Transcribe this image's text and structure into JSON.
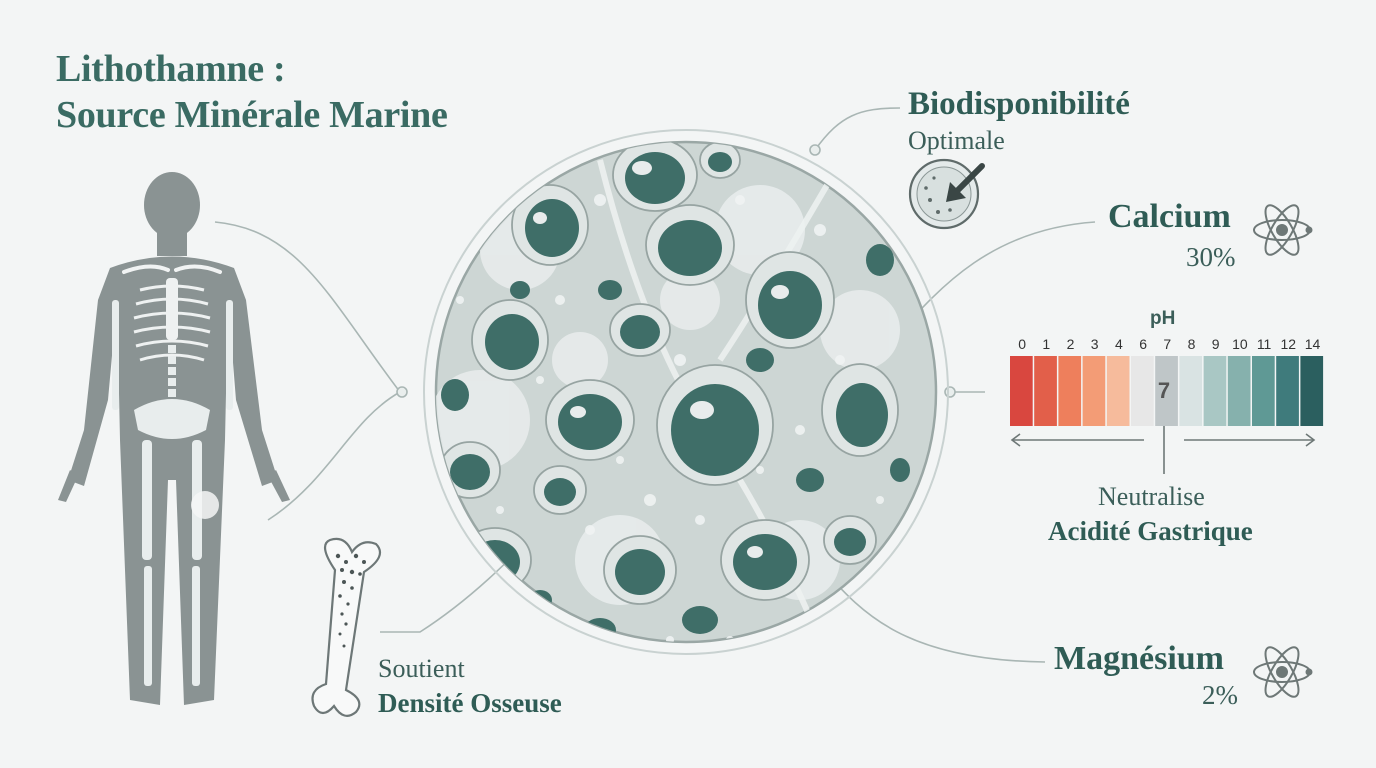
{
  "title": {
    "line1": "Lithothamne :",
    "line2": "Source Minérale Marine"
  },
  "bioavailability": {
    "title": "Biodisponibilité",
    "subtitle": "Optimale",
    "icon": "arrow-into-circle-icon"
  },
  "calcium": {
    "title": "Calcium",
    "value": "30%",
    "icon": "atom-icon"
  },
  "magnesium": {
    "title": "Magnésium",
    "value": "2%",
    "icon": "atom-icon"
  },
  "ph_scale": {
    "label": "pH",
    "ticks": [
      "0",
      "1",
      "2",
      "3",
      "4",
      "6",
      "7",
      "8",
      "9",
      "10",
      "11",
      "12",
      "14"
    ],
    "neutral_value": "7",
    "colors": [
      "#d9473f",
      "#e25f4a",
      "#ee7f5c",
      "#f39c76",
      "#f6bb9c",
      "#e7e7e7",
      "#bfc6c8",
      "#d9e3e3",
      "#a9c7c4",
      "#86b1ad",
      "#5f9995",
      "#3f7b7c",
      "#2b5f5f"
    ],
    "caption_line1": "Neutralise",
    "caption_line2": "Acidité Gastrique"
  },
  "bone": {
    "line1": "Soutient",
    "line2": "Densité Osseuse"
  },
  "colors": {
    "accent": "#2f5c55",
    "pore": "#3f6e68",
    "lattice": "#cfd8d6"
  }
}
